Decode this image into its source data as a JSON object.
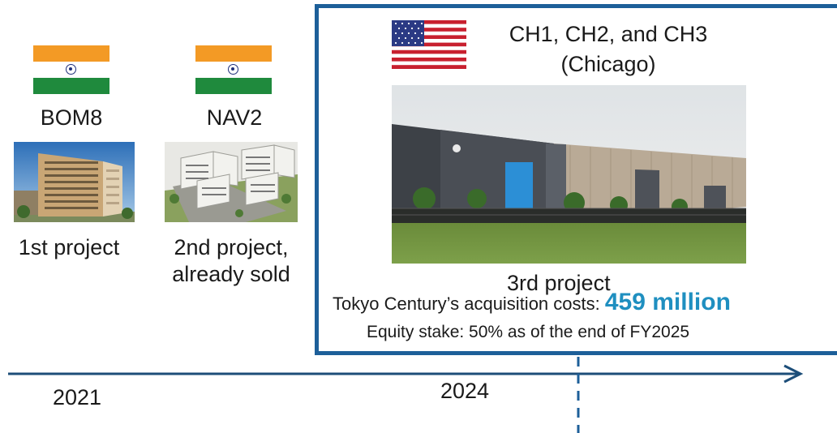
{
  "projects": [
    {
      "code": "BOM8",
      "caption_lines": [
        "1st project"
      ],
      "flag": "india-flag-icon"
    },
    {
      "code": "NAV2",
      "caption_lines": [
        "2nd project,",
        "already sold"
      ],
      "flag": "india-flag-icon"
    }
  ],
  "highlight": {
    "flag": "us-flag-icon",
    "title_lines": [
      "CH1, CH2, and CH3",
      "(Chicago)"
    ],
    "project_label": "3rd project",
    "acquisition_label": "Tokyo Century’s acquisition costs: ",
    "acquisition_value": "459 million",
    "equity_text": "Equity stake: 50% as of  the end of FY2025"
  },
  "timeline": {
    "years": [
      "2021",
      "2024"
    ]
  },
  "colors": {
    "box_border": "#1d5f99",
    "timeline": "#1d4e79",
    "accent": "#1f8fc0"
  }
}
